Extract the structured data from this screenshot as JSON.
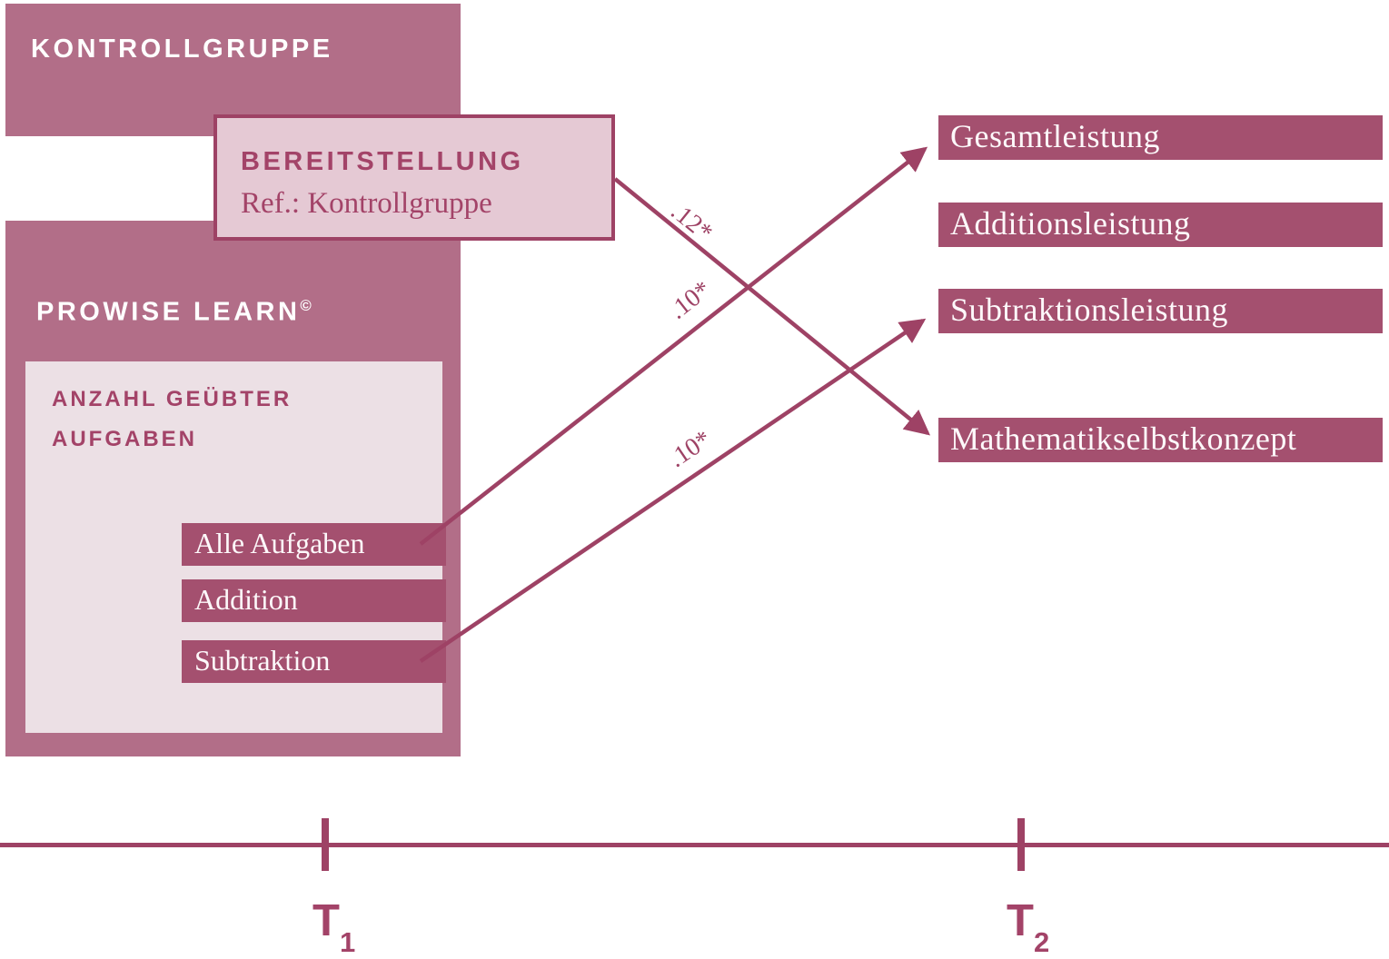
{
  "palette": {
    "mauve_group_box": "#b26e88",
    "berry_label_box": "#a4506f",
    "maroon_lines": "#9e4265",
    "maroon_text": "#a34368",
    "light_pink_fill": "#e5c9d4",
    "pale_pink_fill": "#ece0e5",
    "white_text": "#ffffff"
  },
  "left_column": {
    "kontrollgruppe_label": "KONTROLLGRUPPE",
    "bereitstellung": {
      "title": "BEREITSTELLUNG",
      "reference": "Ref.: Kontrollgruppe"
    },
    "prowise": {
      "label": "PROWISE LEARN",
      "superscript": "©"
    },
    "anzahl": {
      "line1": "ANZAHL GEÜBTER",
      "line2": "AUFGABEN"
    },
    "predictors": [
      {
        "label": "Alle Aufgaben"
      },
      {
        "label": "Addition"
      },
      {
        "label": "Subtraktion"
      }
    ]
  },
  "outcomes": [
    {
      "label": "Gesamtleistung"
    },
    {
      "label": "Additionsleistung"
    },
    {
      "label": "Subtraktionsleistung"
    },
    {
      "label": "Mathematikselbstkonzept"
    }
  ],
  "paths": [
    {
      "from": "Bereitstellung",
      "to": "Mathematikselbstkonzept",
      "coefficient": ".12*"
    },
    {
      "from": "Alle Aufgaben",
      "to": "Gesamtleistung",
      "coefficient": ".10*"
    },
    {
      "from": "Subtraktion",
      "to": "Subtraktionsleistung",
      "coefficient": ".10*"
    }
  ],
  "timeline": {
    "t1": {
      "label": "T",
      "subscript": "1"
    },
    "t2": {
      "label": "T",
      "subscript": "2"
    }
  }
}
